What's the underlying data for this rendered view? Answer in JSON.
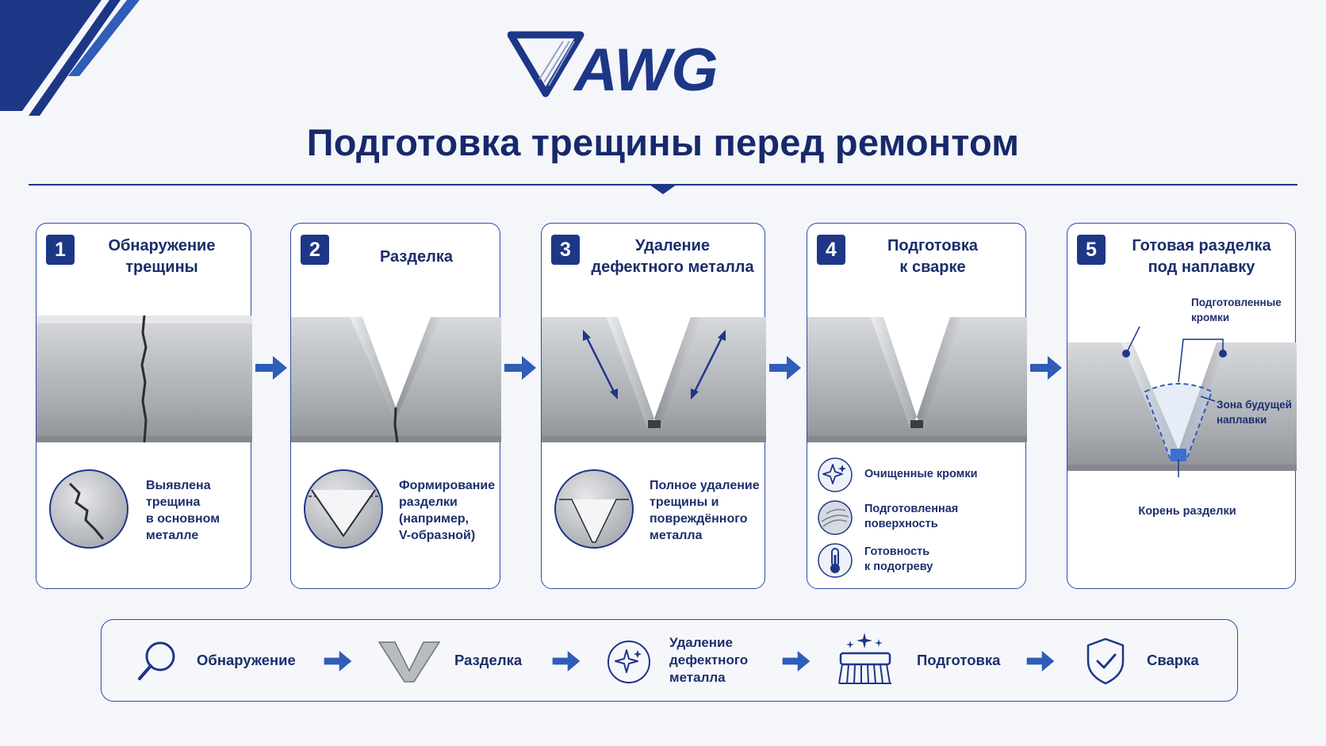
{
  "brand": {
    "logo_text": "AWG",
    "primary_color": "#1d3787",
    "accent_color": "#2f5db8"
  },
  "title": "Подготовка трещины перед ремонтом",
  "steps": [
    {
      "num": "1",
      "title": "Обнаружение\nтрещины",
      "detail": "Выявлена\nтрещина\nв основном\nметалле",
      "icon": "crack-magnifier-icon"
    },
    {
      "num": "2",
      "title": "Разделка",
      "detail": "Формирование\nразделки\n(например,\nV-образной)",
      "icon": "v-groove-icon"
    },
    {
      "num": "3",
      "title": "Удаление\nдефектного металла",
      "detail": "Полное удаление\nтрещины и\nповреждённого\nметалла",
      "icon": "clean-groove-icon"
    },
    {
      "num": "4",
      "title": "Подготовка\nк сварке",
      "features": [
        {
          "text": "Очищенные кромки",
          "icon": "sparkle-icon"
        },
        {
          "text": "Подготовленная\nповерхность",
          "icon": "surface-icon"
        },
        {
          "text": "Готовность\nк подогреву",
          "icon": "thermometer-icon"
        }
      ]
    },
    {
      "num": "5",
      "title": "Готовая разделка\nпод наплавку",
      "callouts": {
        "edges": "Подготовленные\nкромки",
        "zone": "Зона будущей\nнаплавки",
        "root": "Корень разделки"
      }
    }
  ],
  "summary": [
    {
      "label": "Обнаружение",
      "icon": "search-icon"
    },
    {
      "label": "Разделка",
      "icon": "v-groove-icon"
    },
    {
      "label": "Удаление\nдефектного\nметалла",
      "icon": "sparkle-icon"
    },
    {
      "label": "Подготовка",
      "icon": "brush-icon"
    },
    {
      "label": "Сварка",
      "icon": "shield-check-icon"
    }
  ]
}
